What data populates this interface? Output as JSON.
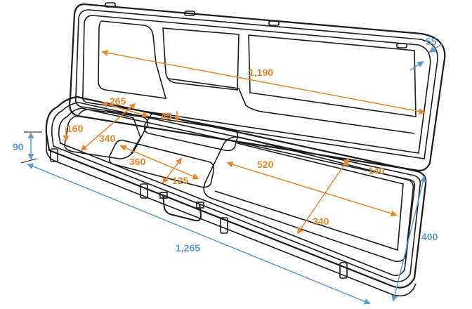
{
  "diagram": {
    "subject": "Guitar case, open lid, with dimensions",
    "colors": {
      "outline": "#1a1a1a",
      "inner_dimension": "#e8862a",
      "outer_dimension": "#5b9bd1",
      "background": "#ffffff"
    },
    "inner_dimensions": {
      "lid_length": "1,190",
      "compartment1_width": "265",
      "compartment1_depth": "160",
      "compartment1_length": "340",
      "compartment2_depth": "45",
      "compartment3_length": "360",
      "compartment3_width": "125",
      "body_length": "520",
      "body_depth": "140",
      "body_width": "340"
    },
    "outer_dimensions": {
      "lid_height": "55",
      "base_height": "90",
      "total_length": "1,265",
      "total_width": "400"
    }
  }
}
